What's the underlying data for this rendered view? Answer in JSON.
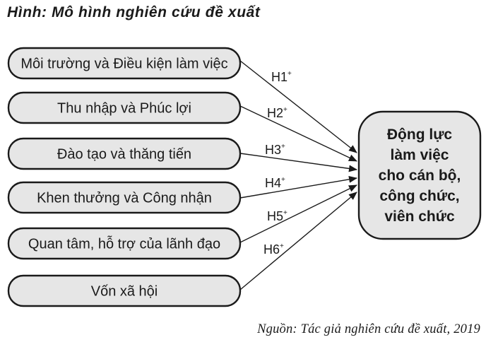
{
  "title": "Hình: Mô hình nghiên cứu đề xuất",
  "source": "Nguồn: Tác giả nghiên cứu đề xuất, 2019",
  "factors": [
    {
      "label": "Môi trường và Điều kiện làm việc",
      "hyp": "H1",
      "sign": "+"
    },
    {
      "label": "Thu nhập và Phúc lợi",
      "hyp": "H2",
      "sign": "+"
    },
    {
      "label": "Đào tạo và thăng tiến",
      "hyp": "H3",
      "sign": "+"
    },
    {
      "label": "Khen thưởng và Công nhận",
      "hyp": "H4",
      "sign": "+"
    },
    {
      "label": "Quan tâm, hỗ trợ của lãnh đạo",
      "hyp": "H5",
      "sign": "+"
    },
    {
      "label": "Vốn xã hội",
      "hyp": "H6",
      "sign": "+"
    }
  ],
  "target": {
    "lines": [
      "Động lực",
      "làm việc",
      "cho cán bộ,",
      "công chức,",
      "viên chức"
    ]
  }
}
